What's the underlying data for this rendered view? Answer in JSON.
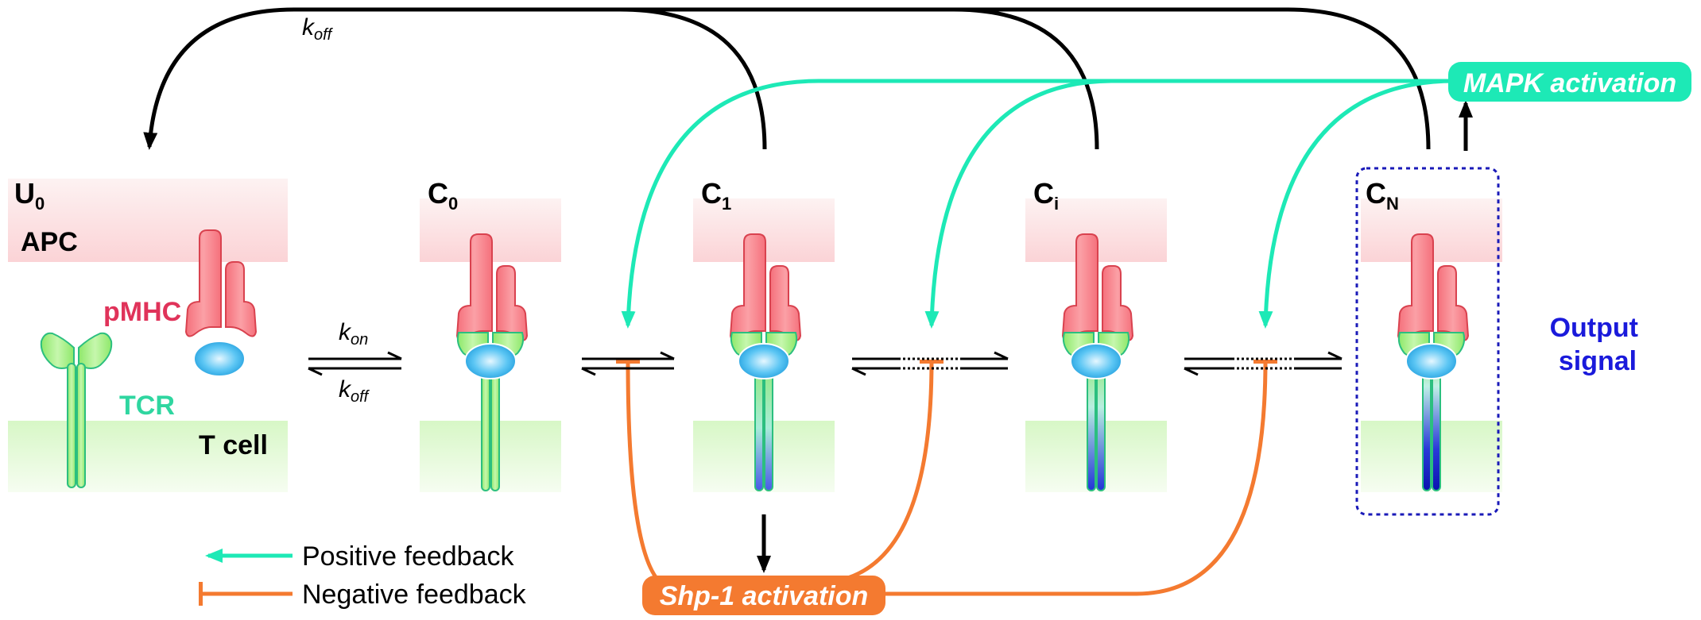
{
  "states": [
    {
      "main": "U",
      "sub": "0"
    },
    {
      "main": "C",
      "sub": "0"
    },
    {
      "main": "C",
      "sub": "1"
    },
    {
      "main": "C",
      "sub": "i"
    },
    {
      "main": "C",
      "sub": "N"
    }
  ],
  "membranes": {
    "apc": "APC",
    "tcell": "T cell"
  },
  "molecules": {
    "pmhc": "pMHC",
    "tcr": "TCR"
  },
  "rates": {
    "kon_main": "k",
    "kon_sub": "on",
    "koff_main": "k",
    "koff_sub": "off",
    "koff_top_main": "k",
    "koff_top_sub": "off"
  },
  "pills": {
    "mapk": "MAPK activation",
    "shp1": "Shp-1 activation"
  },
  "output": {
    "line1": "Output",
    "line2": "signal"
  },
  "legend": {
    "positive": "Positive feedback",
    "negative": "Negative feedback"
  },
  "colors": {
    "positive": "#1de9b6",
    "negative": "#f47a30",
    "pmhc": "#f0626e",
    "tcr": "#8ee86a",
    "output_text": "#1a1adb",
    "box": "#1a1ab8"
  }
}
